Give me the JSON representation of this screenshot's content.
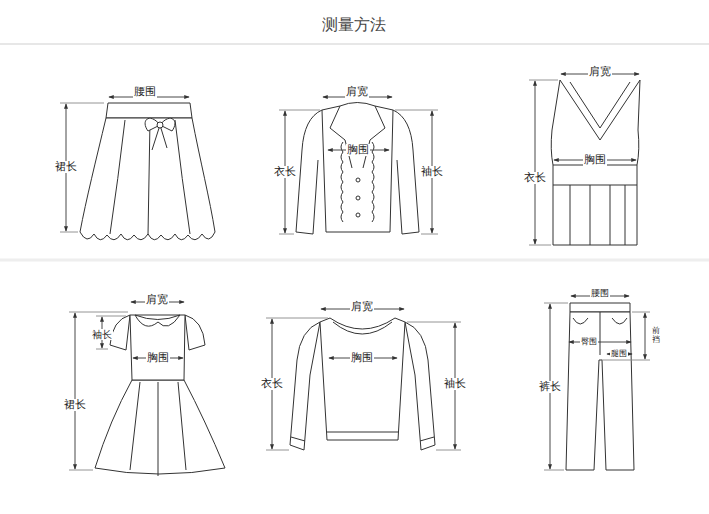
{
  "diagram": {
    "title": "测量方法",
    "labels": [
      "腰围",
      "裙长",
      "肩宽",
      "胸围",
      "衣长",
      "袖长",
      "肩宽",
      "胸围",
      "衣长",
      "肩宽",
      "袖长",
      "胸围",
      "裙长",
      "肩宽",
      "胸围",
      "衣长",
      "袖长",
      "腰围",
      "裤长",
      "前裆",
      "臀围",
      "腿围"
    ]
  }
}
